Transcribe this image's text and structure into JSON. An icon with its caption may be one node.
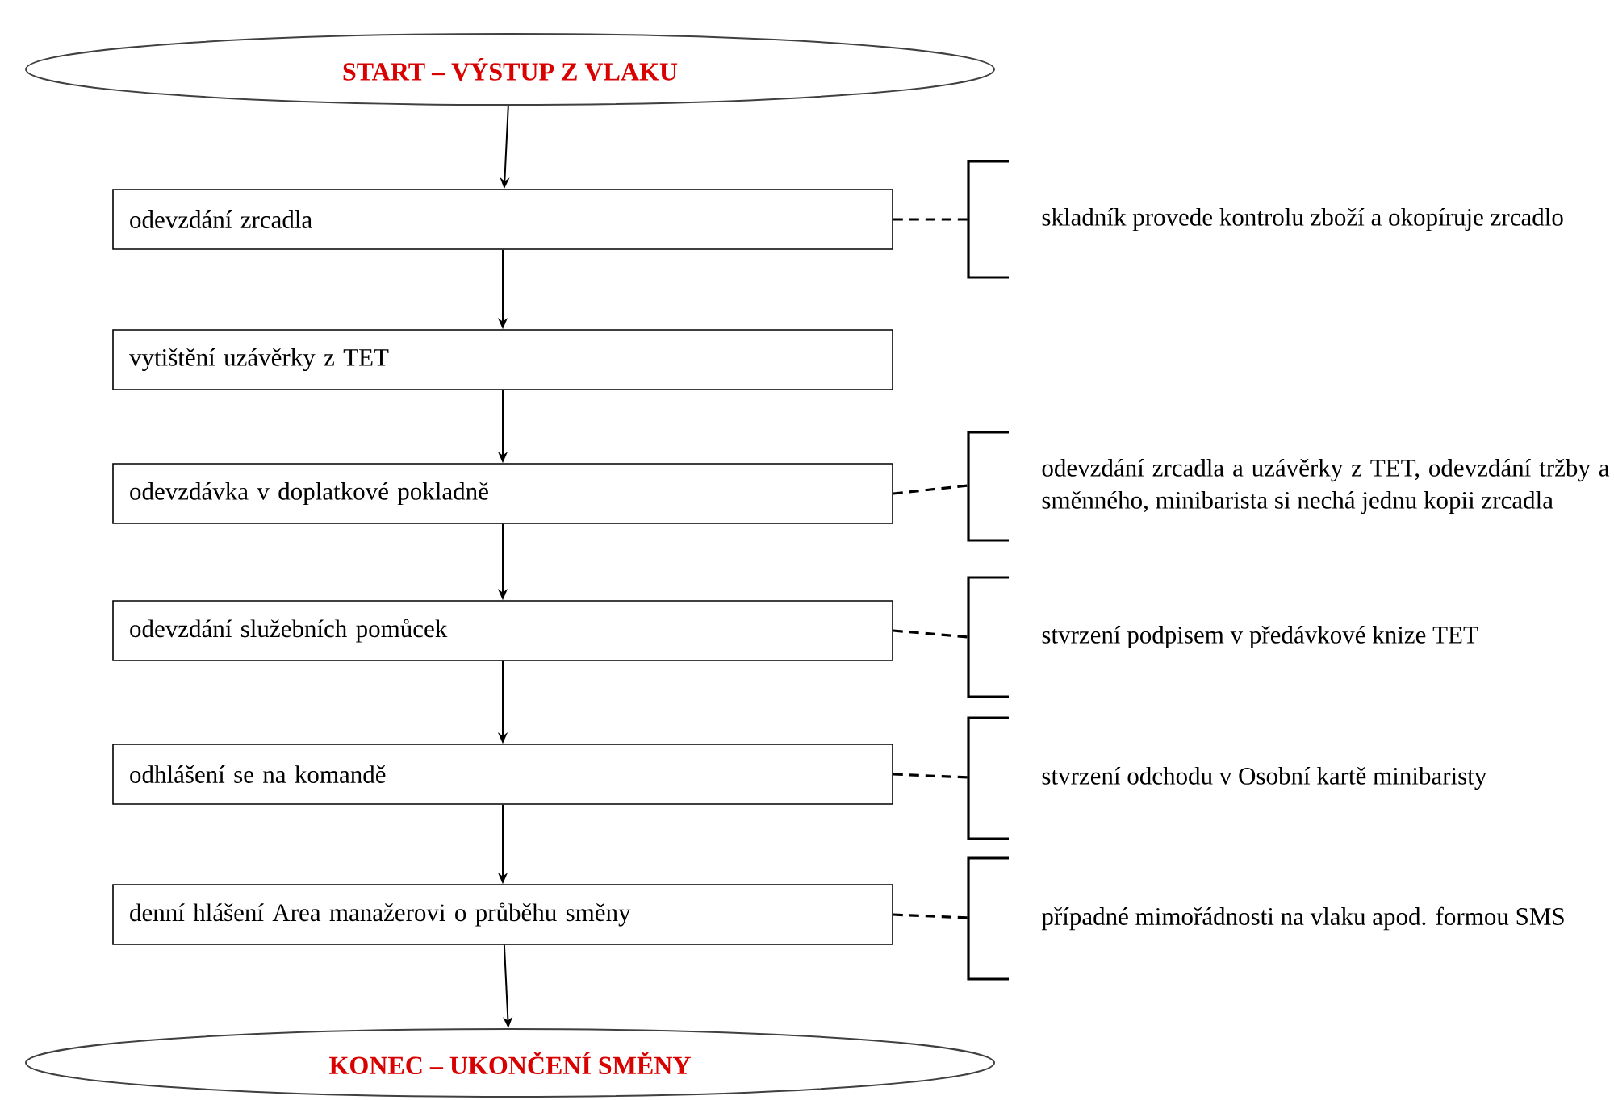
{
  "diagram": {
    "nodes": [
      {
        "text": [
          "START – VÝSTUP Z VLAKU"
        ]
      },
      {
        "text": [
          "odevzdání zrcadla"
        ]
      },
      {
        "text": [
          "vytištění uzávěrky z TET"
        ]
      },
      {
        "text": [
          "odevzdávka v doplatkové pokladně"
        ]
      },
      {
        "text": [
          "odevzdání služebních pomůcek"
        ]
      },
      {
        "text": [
          "odhlášení se na komandě"
        ]
      },
      {
        "text": [
          "denní hlášení Area manažerovi o průběhu směny"
        ]
      },
      {
        "text": [
          "KONEC – UKONČENÍ SMĚNY"
        ]
      },
      {
        "text": [
          "skladník provede kontrolu zboží a okopíruje zrcadlo"
        ]
      },
      {
        "text": [
          "odevzdání zrcadla a uzávěrky z TET, odevzdání tržby a směnného, minibarista si nechá jednu kopii zrcadla"
        ]
      },
      {
        "text": [
          "stvrzení podpisem v předávkové knize TET"
        ]
      },
      {
        "text": [
          "stvrzení odchodu v Osobní kartě minibaristy"
        ]
      },
      {
        "text": [
          "případné mimořádnosti na vlaku apod. formou SMS"
        ]
      }
    ],
    "edges": [
      {
        "from": 0,
        "to": 1,
        "arrow": "to"
      },
      {
        "from": 1,
        "to": 2,
        "arrow": "to"
      },
      {
        "from": 2,
        "to": 3,
        "arrow": "to"
      },
      {
        "from": 3,
        "to": 4,
        "arrow": "to"
      },
      {
        "from": 4,
        "to": 5,
        "arrow": "to"
      },
      {
        "from": 5,
        "to": 6,
        "arrow": "to"
      },
      {
        "from": 6,
        "to": 7,
        "arrow": "to"
      },
      {
        "from": 1,
        "to": 8,
        "arrow": "none",
        "style": "dashed"
      },
      {
        "from": 3,
        "to": 9,
        "arrow": "none",
        "style": "dashed"
      },
      {
        "from": 4,
        "to": 10,
        "arrow": "none",
        "style": "dashed"
      },
      {
        "from": 5,
        "to": 11,
        "arrow": "none",
        "style": "dashed"
      },
      {
        "from": 6,
        "to": 12,
        "arrow": "none",
        "style": "dashed"
      }
    ]
  }
}
